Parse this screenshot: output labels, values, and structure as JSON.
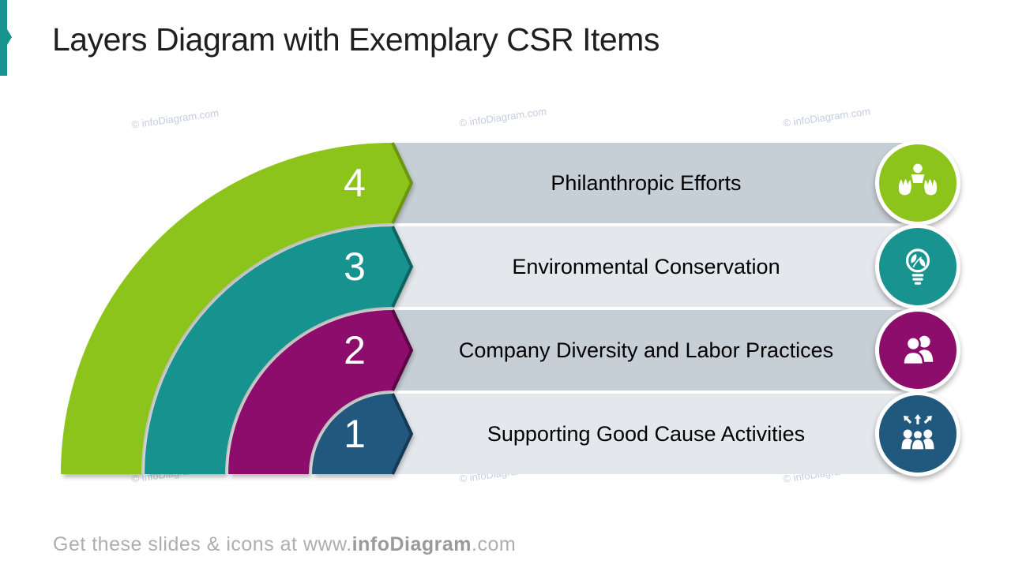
{
  "slide": {
    "title": "Layers Diagram with Exemplary CSR Items",
    "watermark": "© infoDiagram.com",
    "accent_color": "#18938f",
    "footer": {
      "prefix": "Get these slides & icons at www.",
      "brand": "infoDiagram",
      "suffix": ".com"
    }
  },
  "layers": [
    {
      "number": "4",
      "label": "Philanthropic Efforts",
      "color": "#8dc41c",
      "edge": "#6a970f",
      "row_bg": "#c6ced6",
      "icon": "hands-holding-person"
    },
    {
      "number": "3",
      "label": "Environmental Conservation",
      "color": "#18938f",
      "edge": "#0c6360",
      "row_bg": "#e4e7eb",
      "icon": "eco-lightbulb"
    },
    {
      "number": "2",
      "label": "Company Diversity and Labor Practices",
      "color": "#8c0d6c",
      "edge": "#5c0646",
      "row_bg": "#c6ced6",
      "icon": "two-people"
    },
    {
      "number": "1",
      "label": "Supporting Good Cause Activities",
      "color": "#20587e",
      "edge": "#123a56",
      "row_bg": "#e4e7eb",
      "icon": "team-growth-arrows"
    }
  ]
}
